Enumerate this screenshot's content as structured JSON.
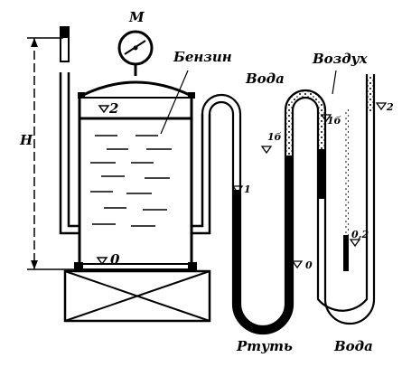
{
  "labels": {
    "manometer": "M",
    "gasoline": "Бензин",
    "water_top": "Вода",
    "air": "Воздух",
    "mercury": "Ртуть",
    "water_bottom": "Вода",
    "height": "H",
    "level_0_base": "0",
    "level_2_tank": "2",
    "level_1": "1",
    "level_1b_left": "1б",
    "level_0_right": "0",
    "level_1b_right": "1б",
    "level_0_2": "0,2",
    "level_2_right": "2"
  }
}
